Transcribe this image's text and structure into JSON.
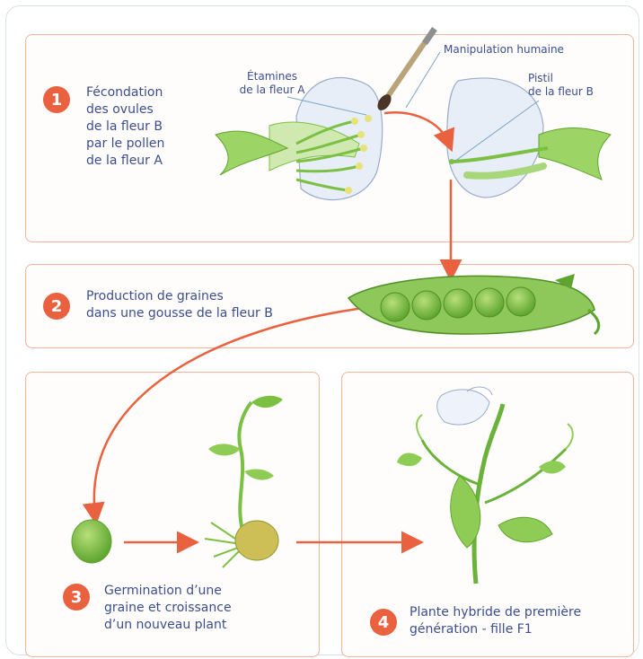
{
  "steps": [
    {
      "number": "1",
      "text": "Fécondation\ndes ovules\nde la fleur B\npar le pollen\nde la fleur A"
    },
    {
      "number": "2",
      "text": "Production de graines\ndans une gousse de la fleur B"
    },
    {
      "number": "3",
      "text": "Germination d’une\ngraine et croissance\nd’un nouveau plant"
    },
    {
      "number": "4",
      "text": "Plante hybride de première\ngénération - fille F1"
    }
  ],
  "labels": {
    "manipulation": "Manipulation humaine",
    "etamines": "Étamines\nde la fleur A",
    "pistil": "Pistil\nde la fleur B"
  },
  "colors": {
    "accent": "#e9613f",
    "panel_border": "#f0b49c",
    "text": "#3b4e8c",
    "plant": "#7cc043"
  }
}
